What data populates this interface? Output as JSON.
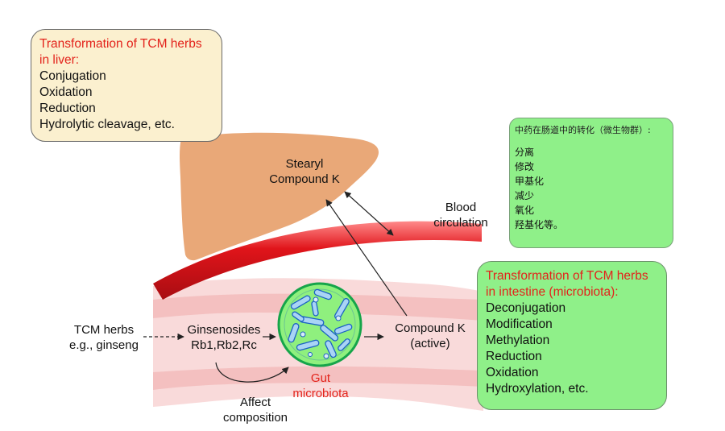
{
  "liver_box": {
    "title_lines": [
      "Transformation of TCM herbs",
      "in liver:"
    ],
    "items": [
      "Conjugation",
      "Oxidation",
      "Reduction",
      "Hydrolytic cleavage, etc."
    ]
  },
  "liver_label": [
    "Stearyl",
    "Compound K"
  ],
  "blood_label": [
    "Blood",
    "circulation"
  ],
  "herbs_label": [
    "TCM herbs",
    "e.g., ginseng"
  ],
  "ginsenosides_label": [
    "Ginsenosides",
    "Rb1,Rb2,Rc"
  ],
  "gut_label": [
    "Gut",
    "microbiota"
  ],
  "compound_k_label": [
    "Compound K",
    "(active)"
  ],
  "affect_label": [
    "Affect",
    "composition"
  ],
  "intestine_box": {
    "title_lines": [
      "Transformation of TCM herbs",
      "in intestine (microbiota):"
    ],
    "items": [
      "Deconjugation",
      "Modification",
      "Methylation",
      "Reduction",
      "Oxidation",
      "Hydroxylation, etc."
    ]
  },
  "cn_box": {
    "title": "中药在肠道中的转化（微生物群）:",
    "items": [
      "分离",
      "修改",
      "甲基化",
      "减少",
      "氧化",
      "羟基化等。"
    ]
  },
  "colors": {
    "liver": "#e9a878",
    "vessel": "#e0141a",
    "intestine": "#f6c9c9",
    "microbe_fill": "#8ff07e",
    "microbe_ring": "#1c63c4",
    "title_red": "#e3231b",
    "box_tan": "#fbf0cf",
    "box_green": "#8ff089"
  }
}
